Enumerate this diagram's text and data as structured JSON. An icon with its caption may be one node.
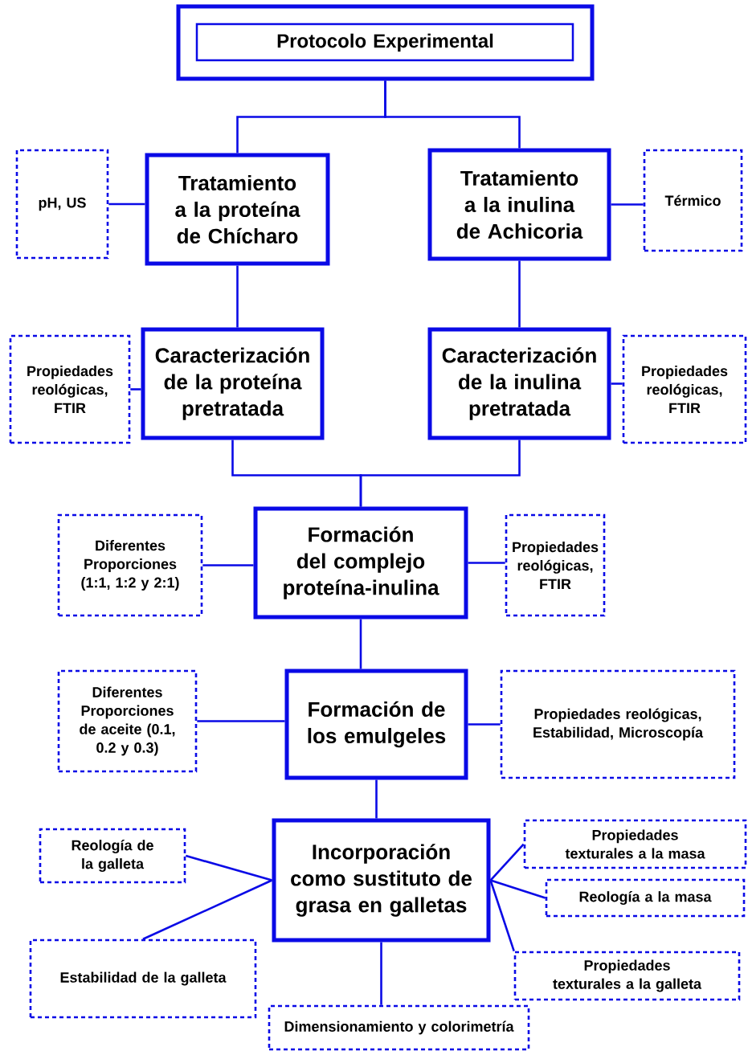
{
  "diagram": {
    "nodes": [
      {
        "text": [
          "Protocolo Experimental"
        ]
      },
      {
        "text": [
          "Tratamiento a la proteína de Chícharo"
        ]
      },
      {
        "text": [
          "Tratamiento a la inulina de Achicoria"
        ]
      },
      {
        "text": [
          "pH, US"
        ]
      },
      {
        "text": [
          "Térmico"
        ]
      },
      {
        "text": [
          "Caracterización de la proteína pretratada"
        ]
      },
      {
        "text": [
          "Caracterización de la inulina pretratada"
        ]
      },
      {
        "text": [
          "Propiedades reológicas, FTIR"
        ]
      },
      {
        "text": [
          "Propiedades reológicas, FTIR"
        ]
      },
      {
        "text": [
          "Formación del complejo proteína-inulina"
        ]
      },
      {
        "text": [
          "Diferentes Proporciones (1:1, 1:2 y 2:1)"
        ]
      },
      {
        "text": [
          "Propiedades reológicas, FTIR"
        ]
      },
      {
        "text": [
          "Formación de los emulgeles"
        ]
      },
      {
        "text": [
          "Diferentes Proporciones de aceite (0.1, 0.2 y 0.3)"
        ]
      },
      {
        "text": [
          "Propiedades reológicas, Estabilidad, Microscopía"
        ]
      },
      {
        "text": [
          "Incorporación como sustituto de grasa en galletas"
        ]
      },
      {
        "text": [
          "Reología de la galleta"
        ]
      },
      {
        "text": [
          "Estabilidad de la galleta"
        ]
      },
      {
        "text": [
          "Propiedades texturales a la masa"
        ]
      },
      {
        "text": [
          "Reología a la masa"
        ]
      },
      {
        "text": [
          "Propiedades texturales a la galleta"
        ]
      },
      {
        "text": [
          "Dimensionamiento y colorimetría"
        ]
      }
    ],
    "edges": [
      {
        "from": 0,
        "to": 1,
        "arrow": "none"
      },
      {
        "from": 0,
        "to": 2,
        "arrow": "none"
      },
      {
        "from": 3,
        "to": 1,
        "arrow": "none"
      },
      {
        "from": 2,
        "to": 4,
        "arrow": "none"
      },
      {
        "from": 1,
        "to": 5,
        "arrow": "none"
      },
      {
        "from": 2,
        "to": 6,
        "arrow": "none"
      },
      {
        "from": 7,
        "to": 5,
        "arrow": "none"
      },
      {
        "from": 6,
        "to": 8,
        "arrow": "none"
      },
      {
        "from": 5,
        "to": 9,
        "arrow": "none"
      },
      {
        "from": 6,
        "to": 9,
        "arrow": "none"
      },
      {
        "from": 10,
        "to": 9,
        "arrow": "none"
      },
      {
        "from": 9,
        "to": 11,
        "arrow": "none"
      },
      {
        "from": 9,
        "to": 12,
        "arrow": "none"
      },
      {
        "from": 13,
        "to": 12,
        "arrow": "none"
      },
      {
        "from": 12,
        "to": 14,
        "arrow": "none"
      },
      {
        "from": 12,
        "to": 15,
        "arrow": "none"
      },
      {
        "from": 16,
        "to": 15,
        "arrow": "none"
      },
      {
        "from": 17,
        "to": 15,
        "arrow": "none"
      },
      {
        "from": 15,
        "to": 18,
        "arrow": "none"
      },
      {
        "from": 15,
        "to": 19,
        "arrow": "none"
      },
      {
        "from": 15,
        "to": 20,
        "arrow": "none"
      },
      {
        "from": 15,
        "to": 21,
        "arrow": "none"
      }
    ]
  }
}
